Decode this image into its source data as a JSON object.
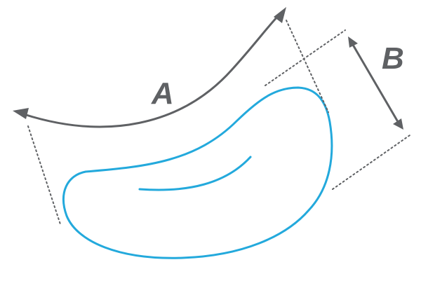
{
  "colors": {
    "shape_stroke": "#23a9dc",
    "dimension_arrow": "#5f6164",
    "extension_line": "#5f6164",
    "label_text": "#5f6164",
    "background": "#ffffff"
  },
  "labels": {
    "arc_length": "A",
    "width": "B"
  },
  "icons": {
    "arrowhead": "filled-triangle-arrowhead"
  }
}
